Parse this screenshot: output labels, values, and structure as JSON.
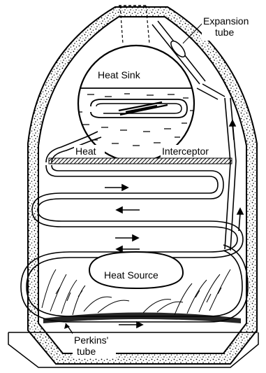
{
  "diagram": {
    "labels": {
      "expansion_tube_line1": "Expansion",
      "expansion_tube_line2": "tube",
      "heat_sink": "Heat Sink",
      "heat": "Heat",
      "interceptor": "Interceptor",
      "heat_source": "Heat Source",
      "perkins_line1": "Perkins'",
      "perkins_line2": "tube"
    },
    "colors": {
      "ink": "#000000",
      "paper": "#ffffff"
    }
  }
}
